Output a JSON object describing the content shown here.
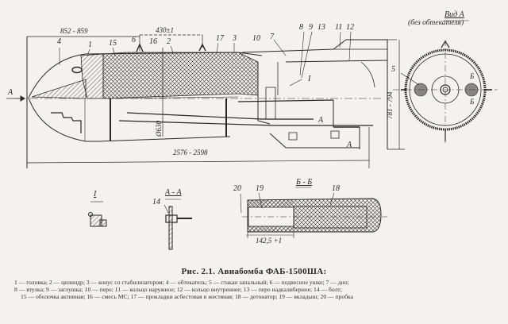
{
  "figure": {
    "caption": "Рис. 2.1. Авиабомба ФАБ-1500ША:",
    "legend_rows": [
      "1 — головка;  2 — цилиндр;  3 — конус со стабилизатором;  4 — обтекатель;  5 — стакан запальный;  6 — подвесное ушко;  7 — дно;",
      "8 — втулка;  9 — заглушка;  10 — перо;  11 — кольцо наружное;  12 — кольцо внутреннее;  13 — перо надкалиберное;  14 — болт;",
      "15 — оболочка активная;  16 — смесь МС;  17 — прокладки асбестовая и жестяная;  18 — детонатор;  19 — вкладыш;  20 — пробка"
    ],
    "legend_items": [
      {
        "n": "1",
        "label": "головка"
      },
      {
        "n": "2",
        "label": "цилиндр"
      },
      {
        "n": "3",
        "label": "конус со стабилизатором"
      },
      {
        "n": "4",
        "label": "обтекатель"
      },
      {
        "n": "5",
        "label": "стакан запальный"
      },
      {
        "n": "6",
        "label": "подвесное ушко"
      },
      {
        "n": "7",
        "label": "дно"
      },
      {
        "n": "8",
        "label": "втулка"
      },
      {
        "n": "9",
        "label": "заглушка"
      },
      {
        "n": "10",
        "label": "перо"
      },
      {
        "n": "11",
        "label": "кольцо наружное"
      },
      {
        "n": "12",
        "label": "кольцо внутреннее"
      },
      {
        "n": "13",
        "label": "перо надкалиберное"
      },
      {
        "n": "14",
        "label": "болт"
      },
      {
        "n": "15",
        "label": "оболочка активная"
      },
      {
        "n": "16",
        "label": "смесь МС"
      },
      {
        "n": "17",
        "label": "прокладки асбестовая и жестяная"
      },
      {
        "n": "18",
        "label": "детонатор"
      },
      {
        "n": "19",
        "label": "вкладыш"
      },
      {
        "n": "20",
        "label": "пробка"
      }
    ]
  },
  "main_view": {
    "dimensions": {
      "nose_to_lug": "852 - 859",
      "lug_spacing": "430±1",
      "overall_length": "2576 - 2598",
      "diameter": "Ø630",
      "tail_span": "781 - 794"
    },
    "view_arrow": "A",
    "section_mark": "A",
    "detail_mark": "I",
    "callouts": [
      "4",
      "1",
      "15",
      "6",
      "16",
      "2",
      "17",
      "3",
      "10",
      "7",
      "8",
      "9",
      "13",
      "11",
      "12"
    ]
  },
  "view_a": {
    "title": "Вид А",
    "subtitle": "(без обтекателя)",
    "callout": "5",
    "section_mark_top": "Б",
    "section_mark_bottom": "Б"
  },
  "detail_i": {
    "title": "I"
  },
  "section_aa": {
    "title": "А - А",
    "callout": "14"
  },
  "section_bb": {
    "title": "Б - Б",
    "callouts": [
      "20",
      "19",
      "18"
    ],
    "dimension": "142,5 +1"
  }
}
